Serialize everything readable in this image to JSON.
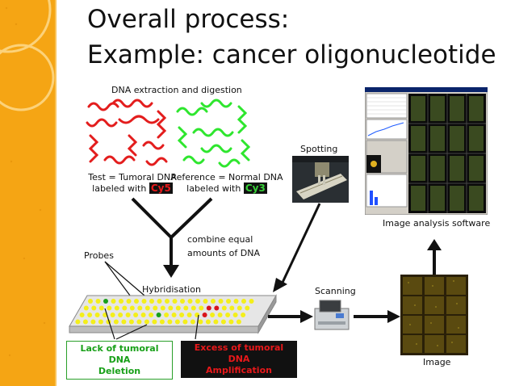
{
  "title": {
    "line1": "Overall process:",
    "line2": "Example: cancer oligonucleotide"
  },
  "diagram": {
    "dna_extraction": "DNA extraction and digestion",
    "test_label_line1": "Test = Tumoral DNA",
    "test_label_line2": "labeled with",
    "test_dye": "Cy5",
    "ref_label_line1": "Reference = Normal DNA",
    "ref_label_line2": "labeled with",
    "ref_dye": "Cy3",
    "spotting": "Spotting",
    "combine_line1": "combine equal",
    "combine_line2": "amounts of DNA",
    "probes": "Probes",
    "hybridisation": "Hybridisation",
    "scanning": "Scanning",
    "image_analysis": "Image analysis software",
    "image": "Image",
    "lack_line1": "Lack of tumoral DNA",
    "lack_line2": "Deletion",
    "excess_line1": "Excess of tumoral DNA",
    "excess_line2": "Amplification"
  },
  "colors": {
    "band": "#f5a514",
    "test_dna": "#e31d1d",
    "ref_dna": "#2ee62e",
    "spot_yellow": "#f4ef1a",
    "spot_red": "#d9141b",
    "spot_green": "#18a018"
  }
}
